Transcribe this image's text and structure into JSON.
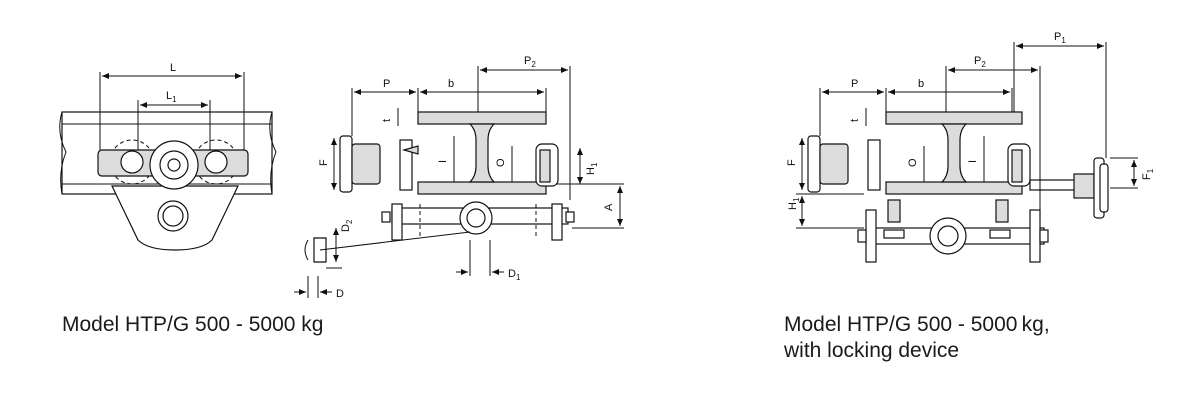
{
  "captions": {
    "left": "Model HTP/G 500 - 5000 kg",
    "right_line1": "Model HTP/G 500 - 5000 kg,",
    "right_line2": "with locking device"
  },
  "dimensions": {
    "L": "L",
    "L1": "L",
    "L1_sub": "1",
    "P": "P",
    "b": "b",
    "P2": "P",
    "P2_sub": "2",
    "t": "t",
    "F": "F",
    "H1": "H",
    "H1_sub": "1",
    "A": "A",
    "O": "O",
    "D2": "D",
    "D2_sub": "2",
    "D1": "D",
    "D1_sub": "1",
    "D": "D",
    "P1": "P",
    "P1_sub": "1",
    "F1": "F",
    "F1_sub": "1",
    "I": "I"
  }
}
